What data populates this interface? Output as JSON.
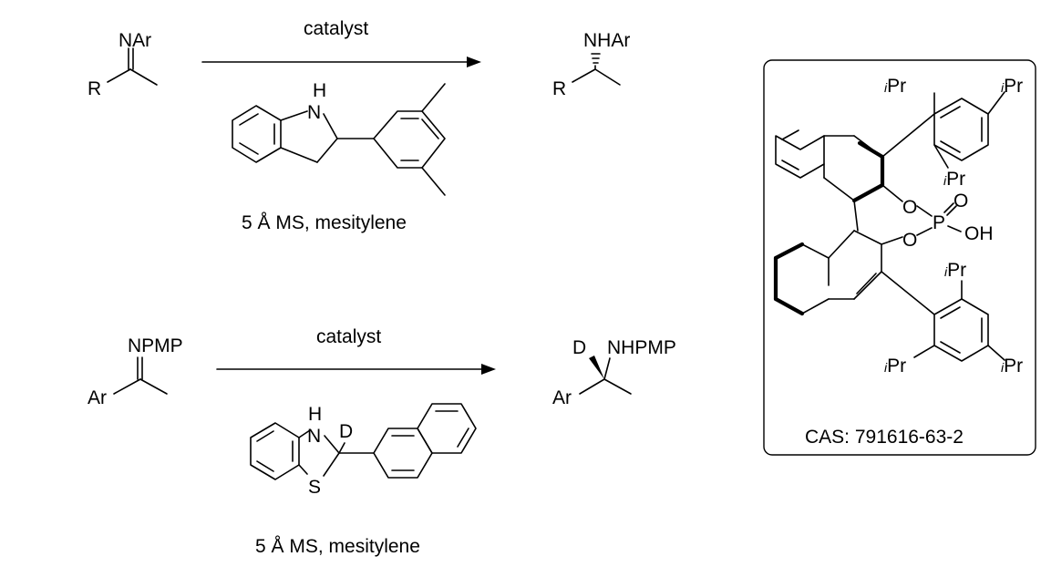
{
  "reaction_1": {
    "reactant": {
      "imine_label": "NAr",
      "substituent": "R"
    },
    "arrow_label": "catalyst",
    "conditions": "5 Å MS, mesitylene",
    "reductant_nh": "H",
    "product": {
      "amine_label": "NHAr",
      "substituent": "R"
    }
  },
  "reaction_2": {
    "reactant": {
      "imine_label": "NPMP",
      "substituent": "Ar"
    },
    "arrow_label": "catalyst",
    "conditions": "5 Å MS, mesitylene",
    "reductant": {
      "nh": "H",
      "n": "N",
      "s": "S",
      "d": "D"
    },
    "product": {
      "amine_label": "NHPMP",
      "substituent": "Ar",
      "deuterium": "D"
    }
  },
  "catalyst_box": {
    "ipr_superscript": "i",
    "ipr_group": "Pr",
    "o1": "O",
    "o2": "O",
    "p": "P",
    "o_double": "O",
    "oh": "OH",
    "cas": "CAS: 791616-63-2"
  }
}
